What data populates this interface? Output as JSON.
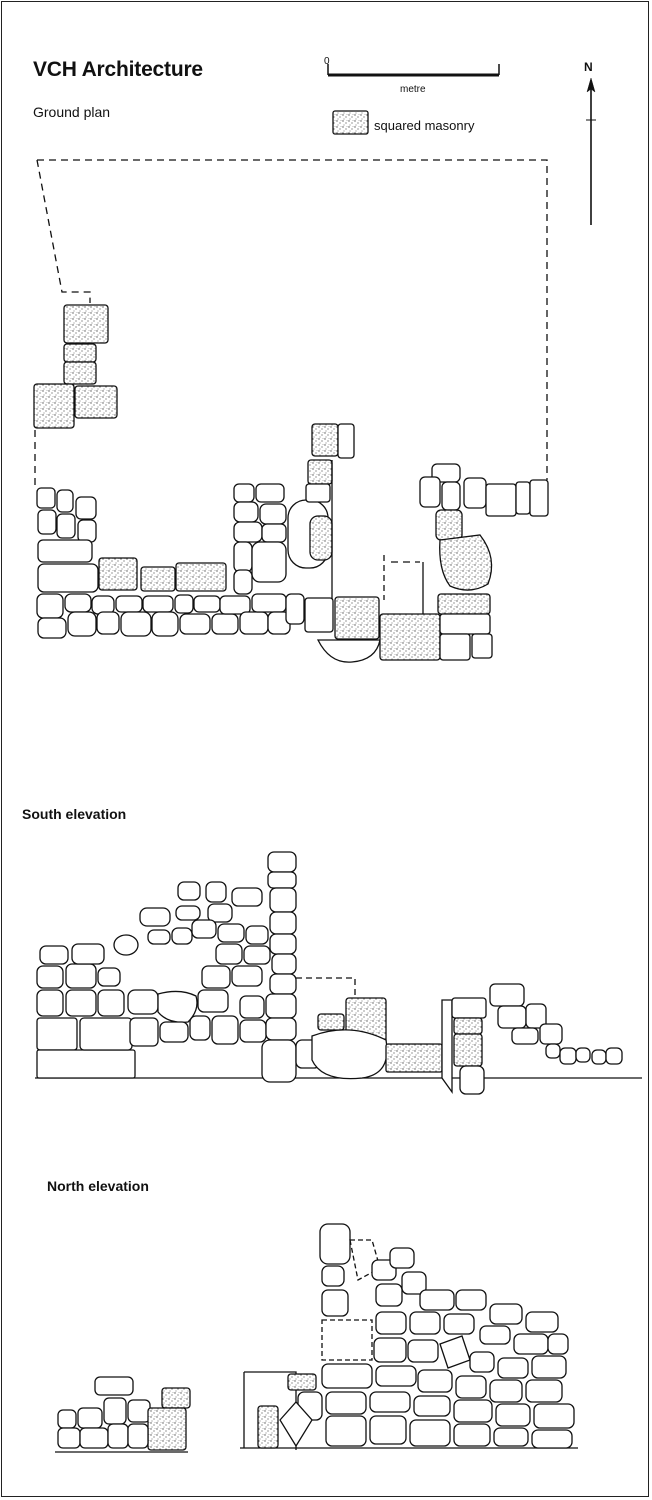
{
  "title": "VCH Architecture",
  "sections": {
    "ground_plan": "Ground plan",
    "south_elevation": "South elevation",
    "north_elevation": "North elevation"
  },
  "scale": {
    "zero": "0",
    "unit": "metre"
  },
  "legend": {
    "squared_masonry": "squared masonry"
  },
  "north": "N",
  "colors": {
    "ink": "#111111",
    "stipple": "#555555",
    "background": "#ffffff"
  }
}
